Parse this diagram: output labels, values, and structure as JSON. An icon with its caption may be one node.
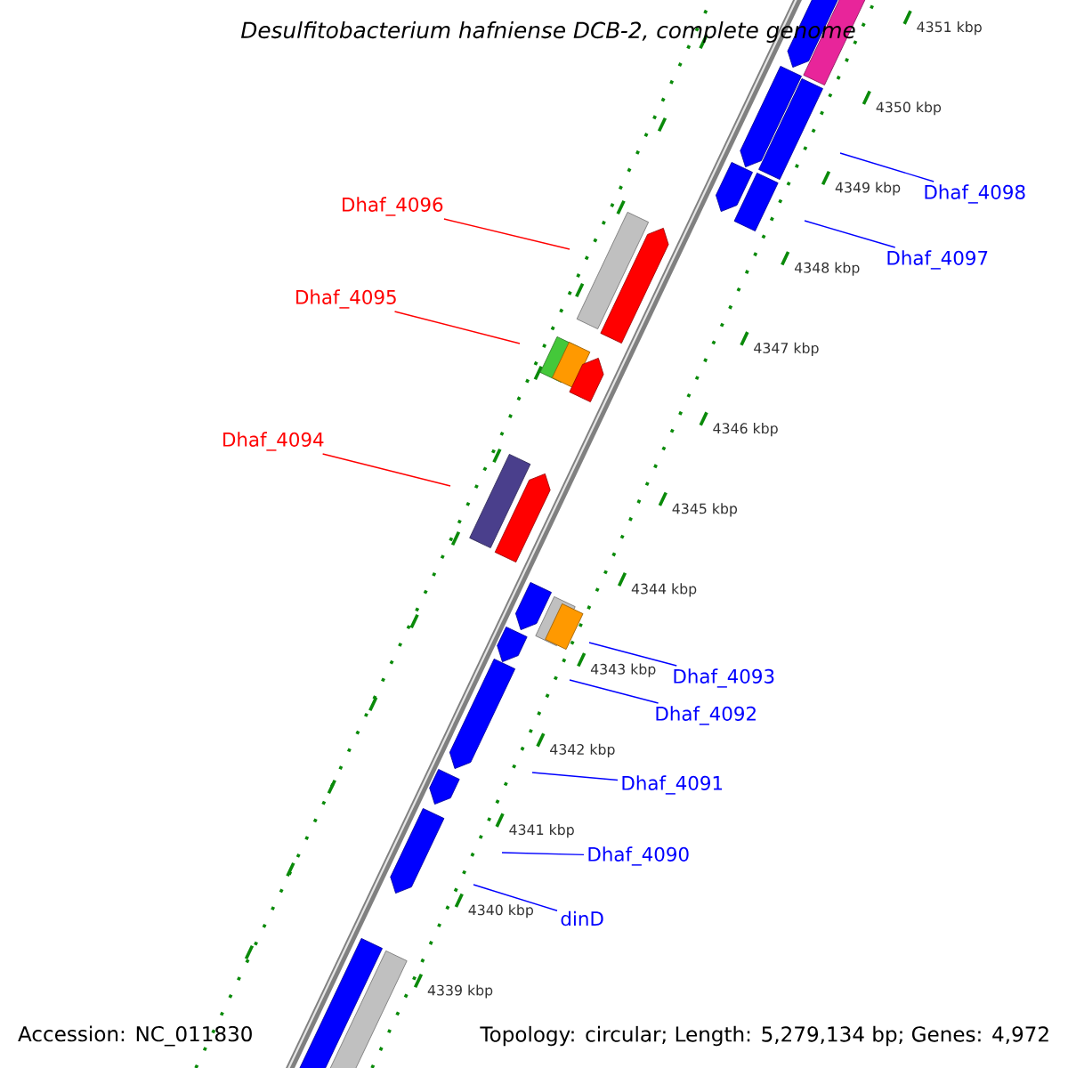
{
  "diagram": {
    "title": "Desulfitobacterium hafniense DCB-2, complete genome",
    "nodes": [
      {
        "text": [
          "Dhaf_4098"
        ]
      },
      {
        "text": [
          "Dhaf_4096"
        ]
      },
      {
        "text": [
          "Dhaf_4097"
        ]
      },
      {
        "text": [
          "Dhaf_4095"
        ]
      },
      {
        "text": [
          "Dhaf_4094"
        ]
      },
      {
        "text": [
          "Dhaf_4093"
        ]
      },
      {
        "text": [
          "Dhaf_4092"
        ]
      },
      {
        "text": [
          "Dhaf_4091"
        ]
      },
      {
        "text": [
          "Dhaf_4090"
        ]
      },
      {
        "text": [
          "dinD"
        ]
      }
    ],
    "edges": [
      {
        "from": 0,
        "to": null,
        "arrow": "none"
      },
      {
        "from": 1,
        "to": null,
        "arrow": "none",
        "color": "#ff0000"
      },
      {
        "from": 2,
        "to": null,
        "arrow": "none"
      },
      {
        "from": 3,
        "to": null,
        "arrow": "none",
        "color": "#ff0000"
      },
      {
        "from": 4,
        "to": null,
        "arrow": "none",
        "color": "#ff0000"
      },
      {
        "from": 5,
        "to": null,
        "arrow": "none"
      },
      {
        "from": 6,
        "to": null,
        "arrow": "none"
      },
      {
        "from": 7,
        "to": null,
        "arrow": "none"
      },
      {
        "from": 8,
        "to": null,
        "arrow": "none"
      },
      {
        "from": 9,
        "to": null,
        "arrow": "none"
      }
    ],
    "labels": [
      "4351 kbp",
      "4350 kbp",
      "4349 kbp",
      "4348 kbp",
      "4347 kbp",
      "4346 kbp",
      "4345 kbp",
      "4344 kbp",
      "4343 kbp",
      "4342 kbp",
      "4341 kbp",
      "4340 kbp",
      "4339 kbp",
      "Accession: NC_011830",
      "Topology: circular; Length: 5,279,134 bp; Genes: 4,972"
    ]
  }
}
